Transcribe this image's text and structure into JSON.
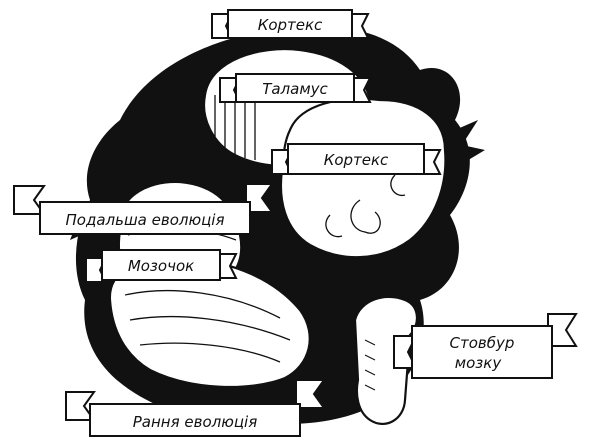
{
  "labels": {
    "cortex_top": "Кортекс",
    "thalamus": "Таламус",
    "cortex_front": "Кортекс",
    "further_evolution": "Подальша еволюція",
    "cerebellum": "Мозочок",
    "brainstem_line1": "Стовбур",
    "brainstem_line2": "мозку",
    "early_evolution": "Рання еволюція"
  },
  "colors": {
    "ink": "#111111",
    "paper": "#ffffff"
  }
}
